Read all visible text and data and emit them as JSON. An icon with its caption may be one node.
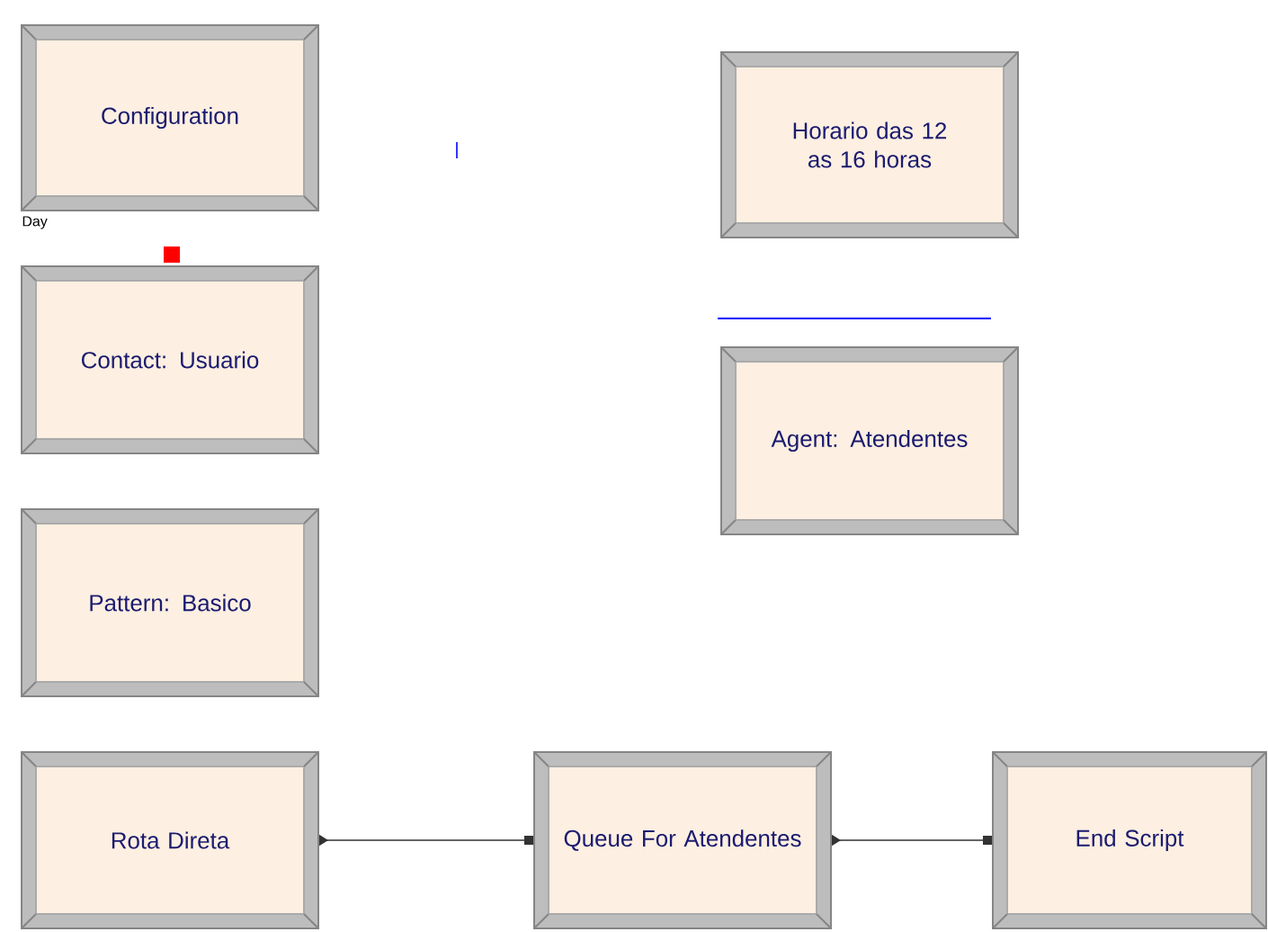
{
  "diagram": {
    "nodes": [
      {
        "text": [
          "Configuration"
        ]
      },
      {
        "text": [
          "Contact: Usuario"
        ]
      },
      {
        "text": [
          "Pattern: Basico"
        ]
      },
      {
        "text": [
          "Horario das 12 as 16 horas"
        ]
      },
      {
        "text": [
          "Agent: Atendentes"
        ]
      },
      {
        "text": [
          "Rota Direta"
        ]
      },
      {
        "text": [
          "Queue For Atendentes"
        ]
      },
      {
        "text": [
          "End Script"
        ]
      }
    ],
    "edges": [
      {
        "from": 5,
        "to": 6,
        "arrow": "to"
      },
      {
        "from": 6,
        "to": 7,
        "arrow": "to"
      }
    ],
    "labels": [
      "Day"
    ]
  }
}
